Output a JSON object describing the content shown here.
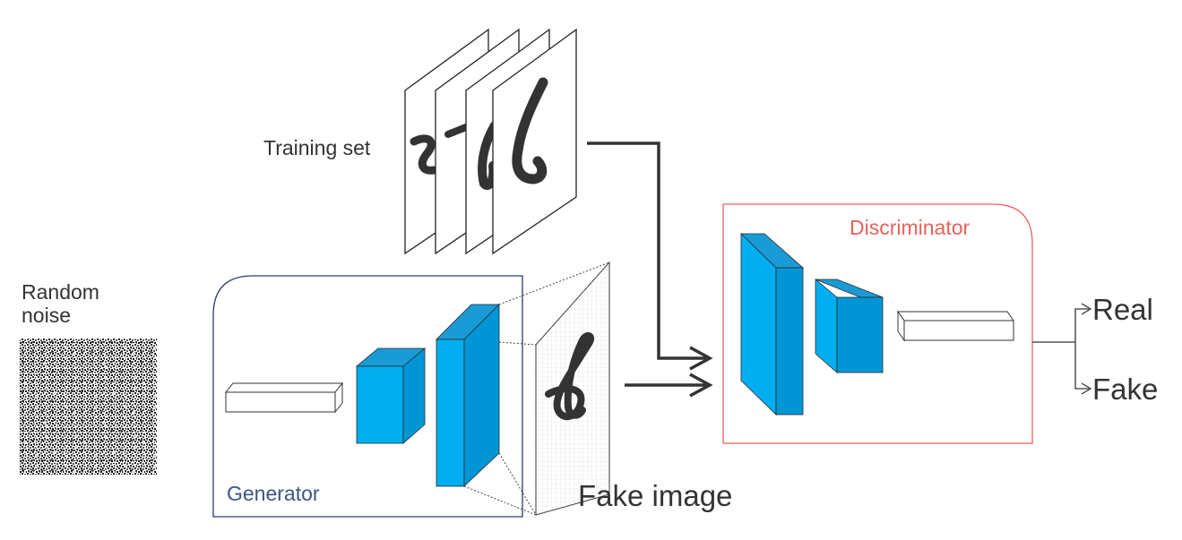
{
  "labels": {
    "random_noise": "Random\nnoise",
    "training_set": "Training set",
    "generator": "Generator",
    "fake_image": "Fake image",
    "discriminator": "Discriminator",
    "real": "Real",
    "fake": "Fake"
  },
  "colors": {
    "block_front": "#00aeef",
    "block_top": "#1a9bd7",
    "block_side": "#0096d6",
    "generator_border": "#2f3b6b",
    "generator_text": "#3b5580",
    "discriminator_border": "#e8625c",
    "discriminator_text": "#e8625c",
    "arrow": "#333333",
    "text": "#333333"
  }
}
